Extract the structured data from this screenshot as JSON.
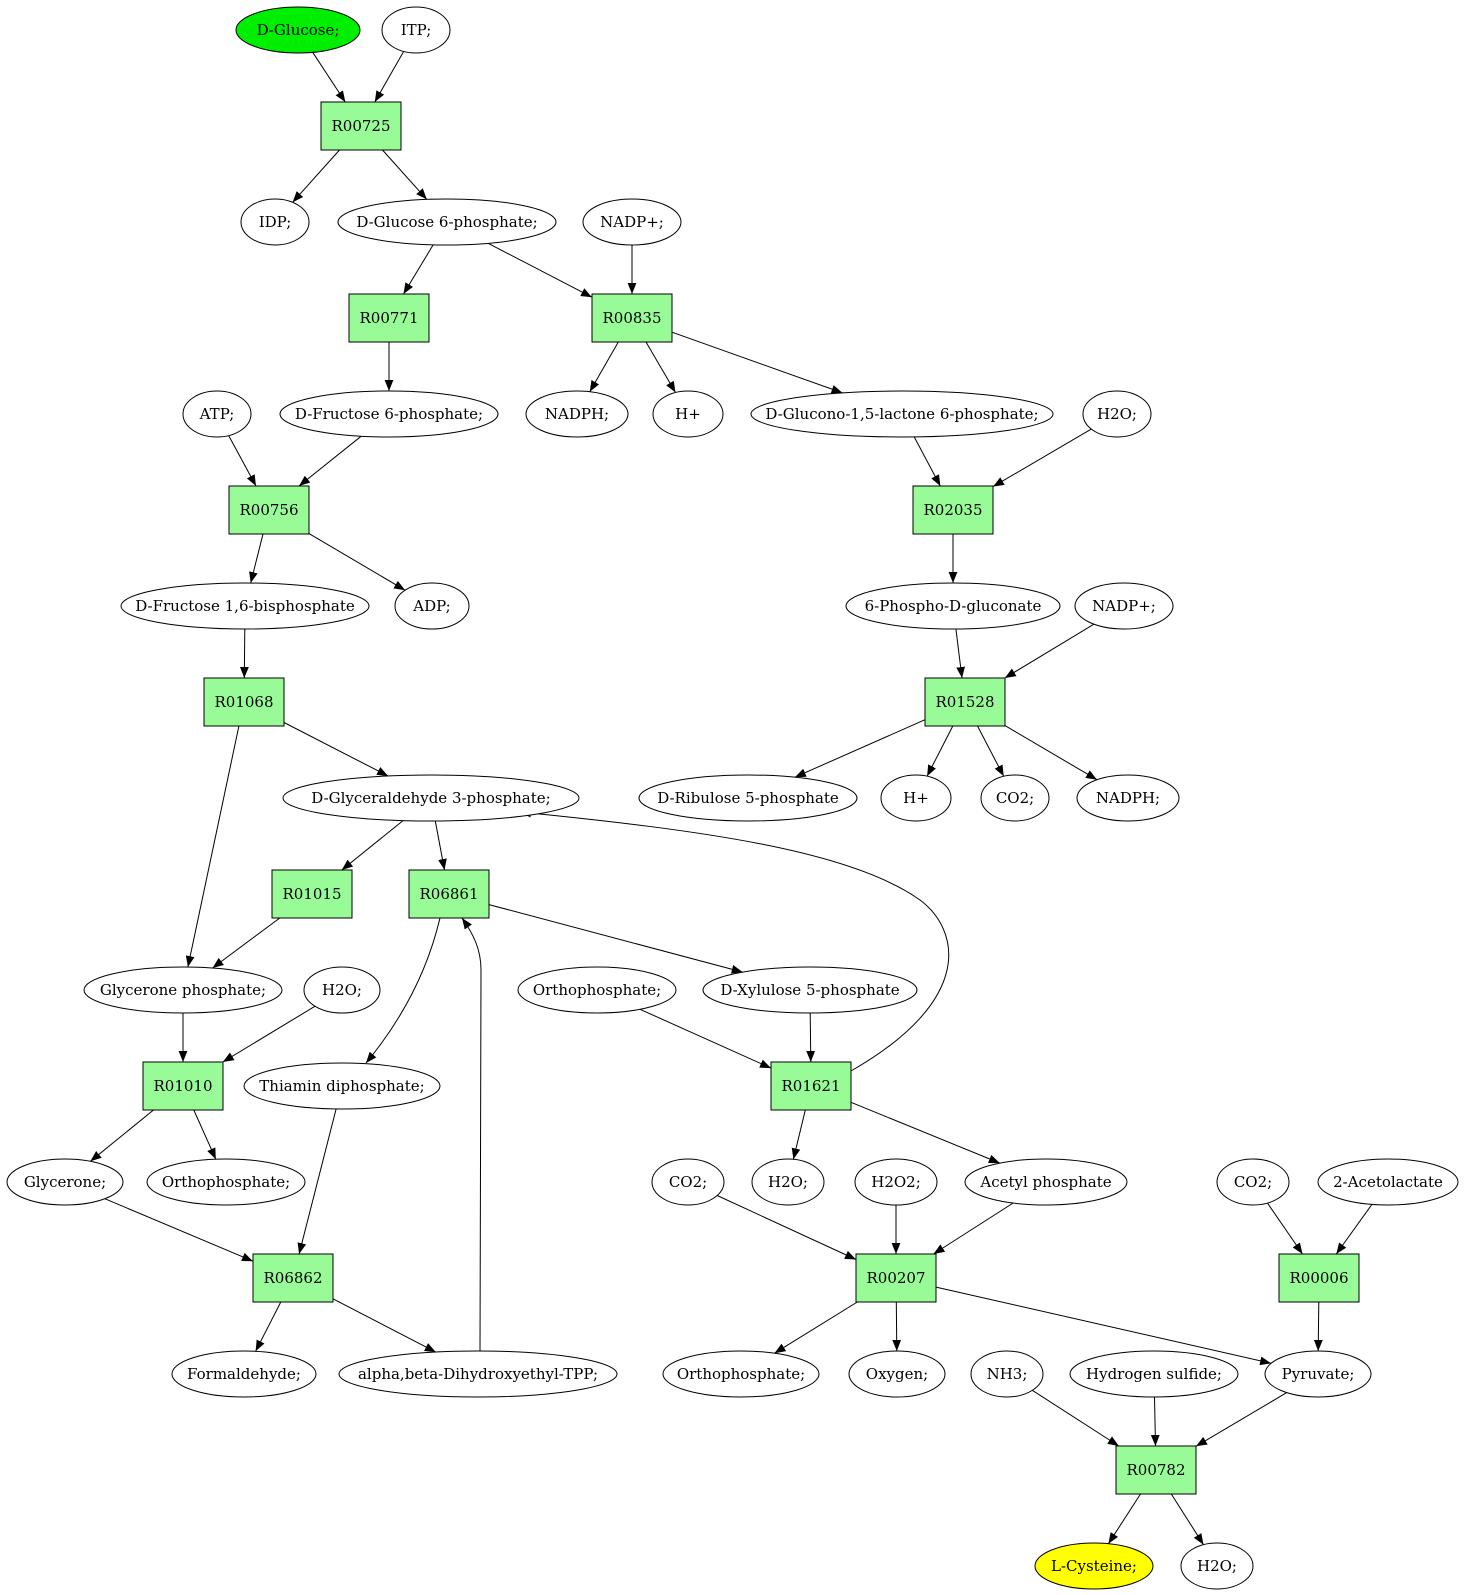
{
  "colors": {
    "reaction_fill": "#98fb98",
    "compound_fill": "#ffffff",
    "source_fill": "#00ee00",
    "target_fill": "#ffff00",
    "stroke": "#000000"
  },
  "nodes": [
    {
      "id": "glc",
      "label": "D-Glucose;",
      "kind": "compound",
      "role": "source"
    },
    {
      "id": "itp",
      "label": "ITP;",
      "kind": "compound"
    },
    {
      "id": "r00725",
      "label": "R00725",
      "kind": "reaction"
    },
    {
      "id": "idp",
      "label": "IDP;",
      "kind": "compound"
    },
    {
      "id": "g6p",
      "label": "D-Glucose 6-phosphate;",
      "kind": "compound"
    },
    {
      "id": "nadp1",
      "label": "NADP+;",
      "kind": "compound"
    },
    {
      "id": "r00771",
      "label": "R00771",
      "kind": "reaction"
    },
    {
      "id": "r00835",
      "label": "R00835",
      "kind": "reaction"
    },
    {
      "id": "atp",
      "label": "ATP;",
      "kind": "compound"
    },
    {
      "id": "f6p",
      "label": "D-Fructose 6-phosphate;",
      "kind": "compound"
    },
    {
      "id": "nadph1",
      "label": "NADPH;",
      "kind": "compound"
    },
    {
      "id": "h1",
      "label": "H+",
      "kind": "compound"
    },
    {
      "id": "g15l",
      "label": "D-Glucono-1,5-lactone 6-phosphate;",
      "kind": "compound"
    },
    {
      "id": "h2o1",
      "label": "H2O;",
      "kind": "compound"
    },
    {
      "id": "r00756",
      "label": "R00756",
      "kind": "reaction"
    },
    {
      "id": "r02035",
      "label": "R02035",
      "kind": "reaction"
    },
    {
      "id": "fbp",
      "label": "D-Fructose 1,6-bisphosphate",
      "kind": "compound"
    },
    {
      "id": "adp",
      "label": "ADP;",
      "kind": "compound"
    },
    {
      "id": "pg6",
      "label": "6-Phospho-D-gluconate",
      "kind": "compound"
    },
    {
      "id": "nadp2",
      "label": "NADP+;",
      "kind": "compound"
    },
    {
      "id": "r01068",
      "label": "R01068",
      "kind": "reaction"
    },
    {
      "id": "r01528",
      "label": "R01528",
      "kind": "reaction"
    },
    {
      "id": "gap",
      "label": "D-Glyceraldehyde 3-phosphate;",
      "kind": "compound"
    },
    {
      "id": "ru5p",
      "label": "D-Ribulose 5-phosphate",
      "kind": "compound"
    },
    {
      "id": "h2",
      "label": "H+",
      "kind": "compound"
    },
    {
      "id": "co2a",
      "label": "CO2;",
      "kind": "compound"
    },
    {
      "id": "nadph2",
      "label": "NADPH;",
      "kind": "compound"
    },
    {
      "id": "r01015",
      "label": "R01015",
      "kind": "reaction"
    },
    {
      "id": "r06861",
      "label": "R06861",
      "kind": "reaction"
    },
    {
      "id": "dhap",
      "label": "Glycerone phosphate;",
      "kind": "compound"
    },
    {
      "id": "h2o2",
      "label": "H2O;",
      "kind": "compound"
    },
    {
      "id": "pi1",
      "label": "Orthophosphate;",
      "kind": "compound"
    },
    {
      "id": "xu5p",
      "label": "D-Xylulose 5-phosphate",
      "kind": "compound"
    },
    {
      "id": "r01010",
      "label": "R01010",
      "kind": "reaction"
    },
    {
      "id": "tpp",
      "label": "Thiamin diphosphate;",
      "kind": "compound"
    },
    {
      "id": "r01621",
      "label": "R01621",
      "kind": "reaction"
    },
    {
      "id": "glycerone",
      "label": "Glycerone;",
      "kind": "compound"
    },
    {
      "id": "pi2",
      "label": "Orthophosphate;",
      "kind": "compound"
    },
    {
      "id": "co2b",
      "label": "CO2;",
      "kind": "compound"
    },
    {
      "id": "h2o3",
      "label": "H2O;",
      "kind": "compound"
    },
    {
      "id": "h2o2b",
      "label": "H2O2;",
      "kind": "compound"
    },
    {
      "id": "acp",
      "label": "Acetyl phosphate",
      "kind": "compound"
    },
    {
      "id": "co2c",
      "label": "CO2;",
      "kind": "compound"
    },
    {
      "id": "acl",
      "label": "2-Acetolactate",
      "kind": "compound"
    },
    {
      "id": "r06862",
      "label": "R06862",
      "kind": "reaction"
    },
    {
      "id": "r00207",
      "label": "R00207",
      "kind": "reaction"
    },
    {
      "id": "r00006",
      "label": "R00006",
      "kind": "reaction"
    },
    {
      "id": "hcho",
      "label": "Formaldehyde;",
      "kind": "compound"
    },
    {
      "id": "hetpp",
      "label": "alpha,beta-Dihydroxyethyl-TPP;",
      "kind": "compound"
    },
    {
      "id": "pi3",
      "label": "Orthophosphate;",
      "kind": "compound"
    },
    {
      "id": "o2",
      "label": "Oxygen;",
      "kind": "compound"
    },
    {
      "id": "nh3",
      "label": "NH3;",
      "kind": "compound"
    },
    {
      "id": "h2s",
      "label": "Hydrogen sulfide;",
      "kind": "compound"
    },
    {
      "id": "pyr",
      "label": "Pyruvate;",
      "kind": "compound"
    },
    {
      "id": "r00782",
      "label": "R00782",
      "kind": "reaction"
    },
    {
      "id": "cys",
      "label": "L-Cysteine;",
      "kind": "compound",
      "role": "target"
    },
    {
      "id": "h2o4",
      "label": "H2O;",
      "kind": "compound"
    }
  ],
  "edges": [
    {
      "from": "glc",
      "to": "r00725"
    },
    {
      "from": "itp",
      "to": "r00725"
    },
    {
      "from": "r00725",
      "to": "idp"
    },
    {
      "from": "r00725",
      "to": "g6p"
    },
    {
      "from": "g6p",
      "to": "r00771"
    },
    {
      "from": "g6p",
      "to": "r00835"
    },
    {
      "from": "nadp1",
      "to": "r00835"
    },
    {
      "from": "r00771",
      "to": "f6p"
    },
    {
      "from": "r00835",
      "to": "nadph1"
    },
    {
      "from": "r00835",
      "to": "h1"
    },
    {
      "from": "r00835",
      "to": "g15l"
    },
    {
      "from": "atp",
      "to": "r00756"
    },
    {
      "from": "f6p",
      "to": "r00756"
    },
    {
      "from": "g15l",
      "to": "r02035"
    },
    {
      "from": "h2o1",
      "to": "r02035"
    },
    {
      "from": "r00756",
      "to": "fbp"
    },
    {
      "from": "r00756",
      "to": "adp"
    },
    {
      "from": "r02035",
      "to": "pg6"
    },
    {
      "from": "fbp",
      "to": "r01068"
    },
    {
      "from": "pg6",
      "to": "r01528"
    },
    {
      "from": "nadp2",
      "to": "r01528"
    },
    {
      "from": "r01068",
      "to": "gap"
    },
    {
      "from": "r01068",
      "to": "dhap"
    },
    {
      "from": "r01528",
      "to": "ru5p"
    },
    {
      "from": "r01528",
      "to": "h2"
    },
    {
      "from": "r01528",
      "to": "co2a"
    },
    {
      "from": "r01528",
      "to": "nadph2"
    },
    {
      "from": "gap",
      "to": "r01015"
    },
    {
      "from": "gap",
      "to": "r06861"
    },
    {
      "from": "r01015",
      "to": "dhap"
    },
    {
      "from": "r06861",
      "to": "xu5p"
    },
    {
      "from": "r06861",
      "to": "tpp"
    },
    {
      "from": "hetpp",
      "to": "r06861"
    },
    {
      "from": "dhap",
      "to": "r01010"
    },
    {
      "from": "h2o2",
      "to": "r01010"
    },
    {
      "from": "pi1",
      "to": "r01621"
    },
    {
      "from": "xu5p",
      "to": "r01621"
    },
    {
      "from": "r01621",
      "to": "gap"
    },
    {
      "from": "r01010",
      "to": "glycerone"
    },
    {
      "from": "r01010",
      "to": "pi2"
    },
    {
      "from": "r01621",
      "to": "h2o3"
    },
    {
      "from": "r01621",
      "to": "acp"
    },
    {
      "from": "glycerone",
      "to": "r06862"
    },
    {
      "from": "tpp",
      "to": "r06862"
    },
    {
      "from": "co2b",
      "to": "r00207"
    },
    {
      "from": "h2o2b",
      "to": "r00207"
    },
    {
      "from": "acp",
      "to": "r00207"
    },
    {
      "from": "co2c",
      "to": "r00006"
    },
    {
      "from": "acl",
      "to": "r00006"
    },
    {
      "from": "r06862",
      "to": "hcho"
    },
    {
      "from": "r06862",
      "to": "hetpp"
    },
    {
      "from": "r00207",
      "to": "pi3"
    },
    {
      "from": "r00207",
      "to": "o2"
    },
    {
      "from": "r00207",
      "to": "pyr"
    },
    {
      "from": "r00006",
      "to": "pyr"
    },
    {
      "from": "nh3",
      "to": "r00782"
    },
    {
      "from": "h2s",
      "to": "r00782"
    },
    {
      "from": "pyr",
      "to": "r00782"
    },
    {
      "from": "r00782",
      "to": "cys"
    },
    {
      "from": "r00782",
      "to": "h2o4"
    }
  ]
}
